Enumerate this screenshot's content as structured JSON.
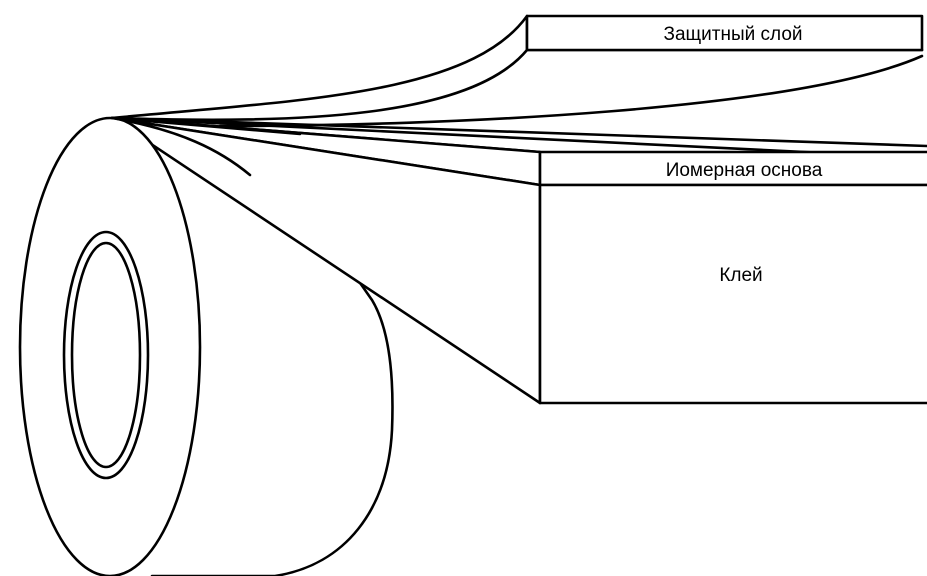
{
  "labels": {
    "protective_layer": "Защитный слой",
    "polymer_base": "Иомерная основа",
    "adhesive": "Клей"
  }
}
